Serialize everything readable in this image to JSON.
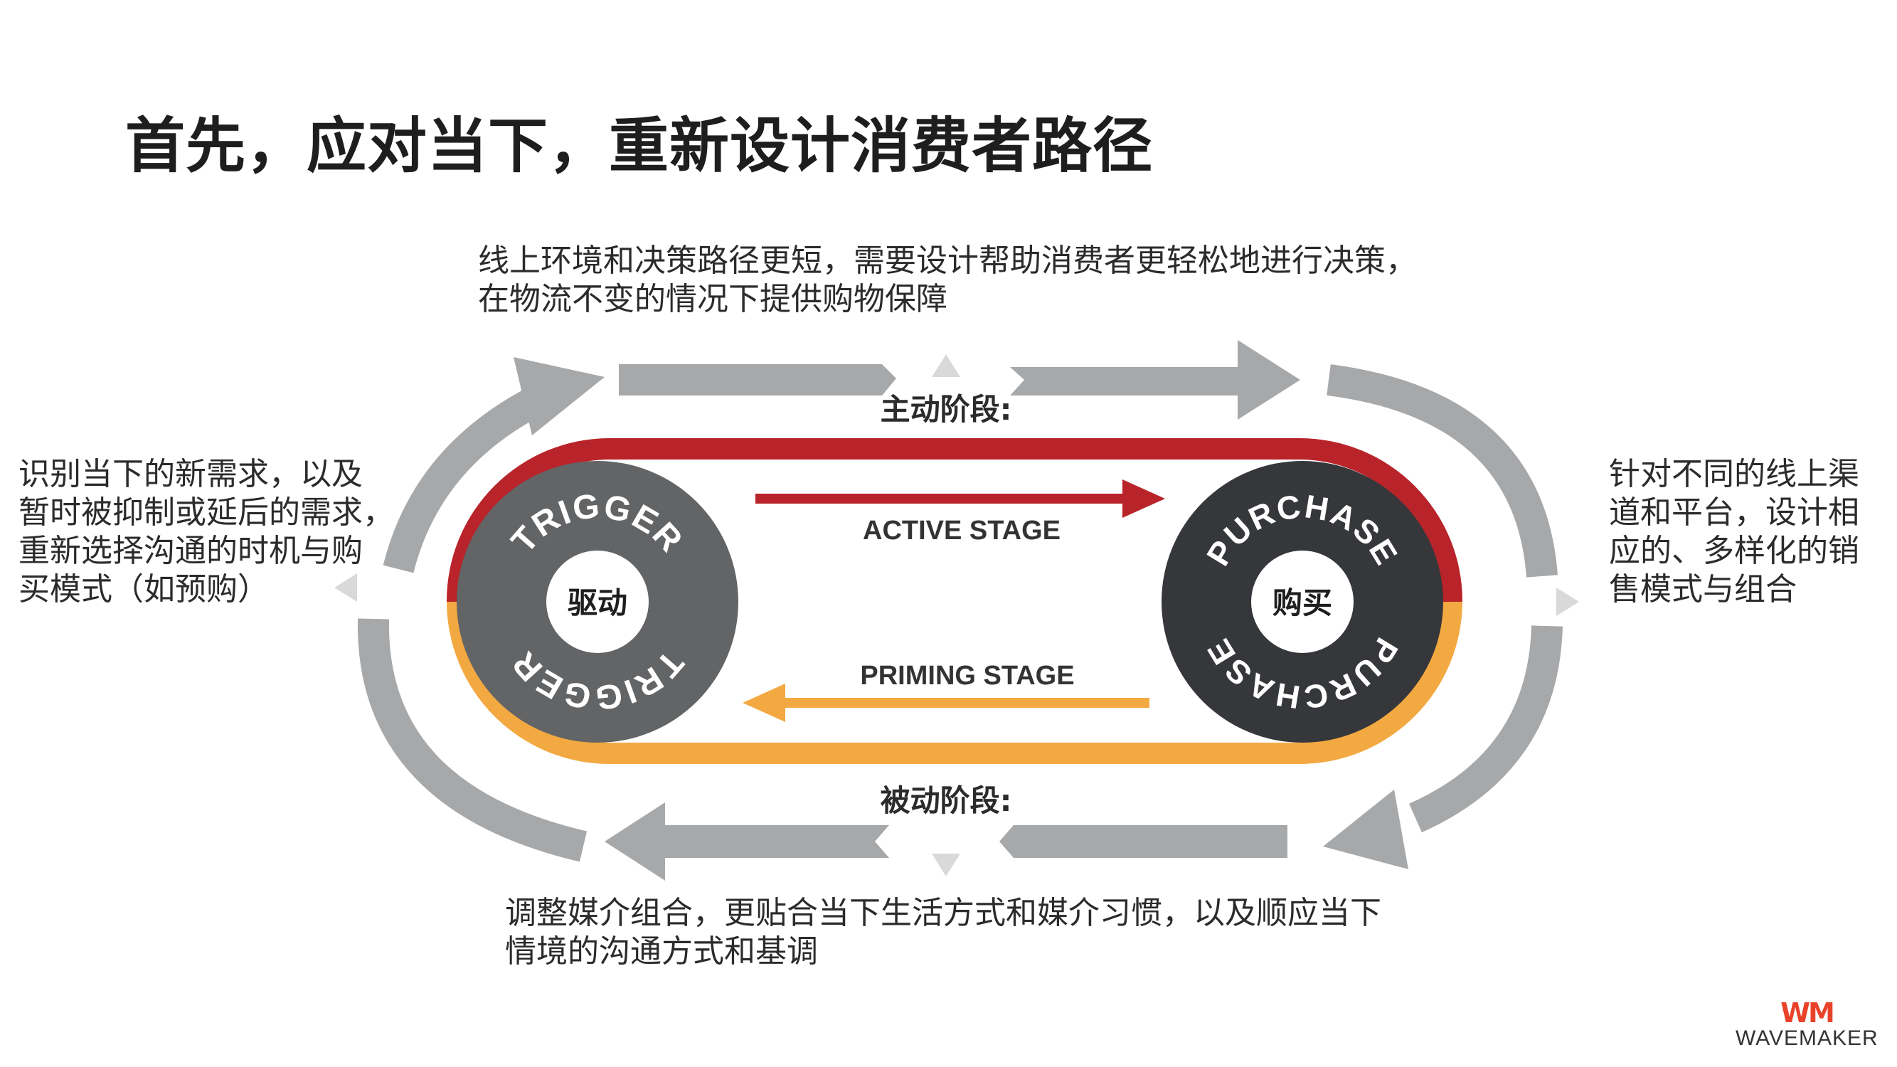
{
  "title": "首先，应对当下，重新设计消费者路径",
  "notes": {
    "top": [
      "线上环境和决策路径更短，需要设计帮助消费者更轻松地进行决策，",
      "在物流不变的情况下提供购物保障"
    ],
    "left": [
      "识别当下的新需求，以及",
      "暂时被抑制或延后的需求，",
      "重新选择沟通的时机与购",
      "买模式（如预购）"
    ],
    "right": [
      "针对不同的线上渠",
      "道和平台，设计相",
      "应的、多样化的销",
      "售模式与组合"
    ],
    "bottom": [
      "调整媒介组合，更贴合当下生活方式和媒介习惯，以及顺应当下",
      "情境的沟通方式和基调"
    ]
  },
  "diagram": {
    "active_label_cn": "主动阶段:",
    "passive_label_cn": "被动阶段:",
    "active_stage": "ACTIVE STAGE",
    "priming_stage": "PRIMING STAGE",
    "trigger": {
      "ring_text": "TRIGGER",
      "center": "驱动"
    },
    "purchase": {
      "ring_text": "PURCHASE",
      "center": "购买"
    }
  },
  "colors": {
    "red": "#b8242a",
    "orange": "#f3a941",
    "trigger_wheel": "#636466",
    "purchase_wheel": "#36373a",
    "arrow_gray": "#a7a8aa"
  },
  "logo": {
    "mark": "WM",
    "word": "WAVEMAKER"
  }
}
